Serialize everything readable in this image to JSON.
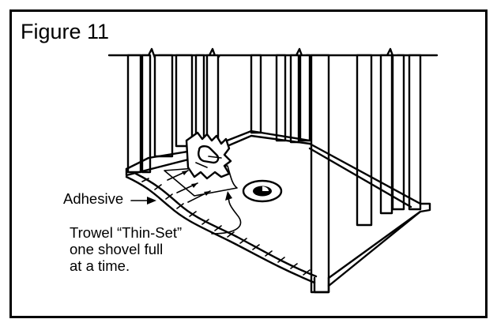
{
  "figure": {
    "title": "Figure 11",
    "labels": {
      "adhesive": "Adhesive",
      "trowel_line1": "Trowel “Thin-Set”",
      "trowel_line2": "one shovel full",
      "trowel_line3": "at a time."
    }
  },
  "icons": {
    "drain": "drain-icon",
    "trowel": "notched-trowel-icon"
  }
}
